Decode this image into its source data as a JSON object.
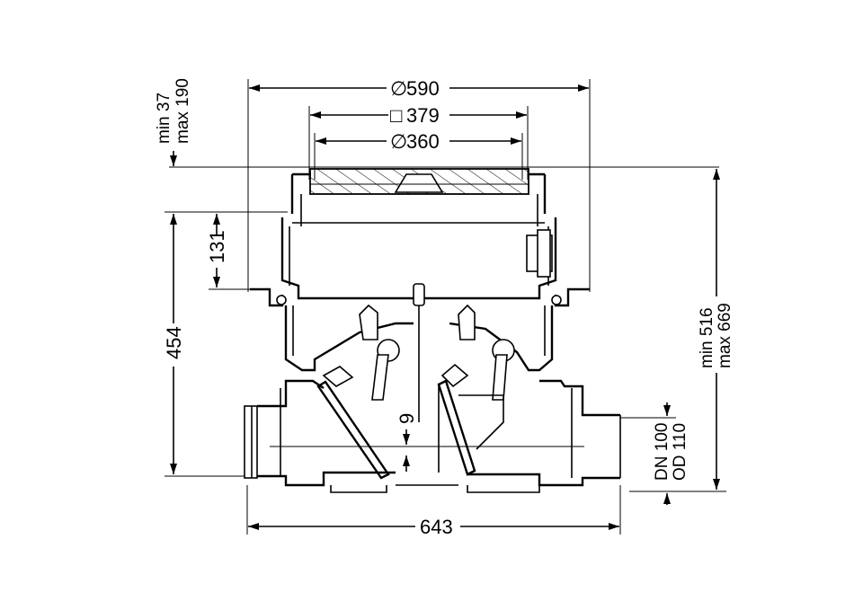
{
  "dimensions": {
    "top_diameter": "590",
    "square_size": "379",
    "inner_diameter": "360",
    "cover_adjust": [
      "min 37",
      "max 190"
    ],
    "flange_height": "131",
    "body_height": "454",
    "total_height": [
      "min 516",
      "max 669"
    ],
    "water_seal": "9",
    "pipe_size": [
      "DN 100",
      "OD 110"
    ],
    "overall_length": "643"
  },
  "symbols": {
    "diameter": "∅",
    "square": "□"
  }
}
